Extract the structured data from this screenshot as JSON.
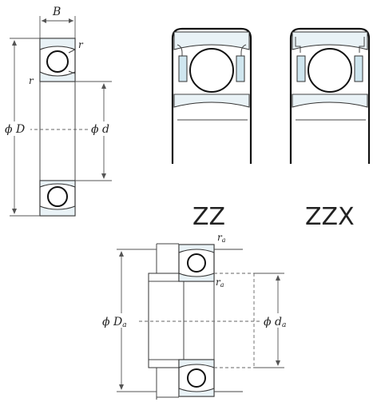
{
  "main_drawing": {
    "width_label": "B",
    "radius_label_top": "r",
    "radius_label_side": "r",
    "outer_diameter_label": "ϕ D",
    "inner_diameter_label": "ϕ d"
  },
  "seal_types": [
    {
      "label": "ZZ"
    },
    {
      "label": "ZZX"
    }
  ],
  "mounting_drawing": {
    "housing_radius_label": "r",
    "housing_radius_sub": "a",
    "shaft_radius_label": "r",
    "shaft_radius_sub": "a",
    "housing_diameter_label": "ϕ D",
    "housing_diameter_sub": "a",
    "shaft_diameter_label": "ϕ d",
    "shaft_diameter_sub": "a"
  }
}
